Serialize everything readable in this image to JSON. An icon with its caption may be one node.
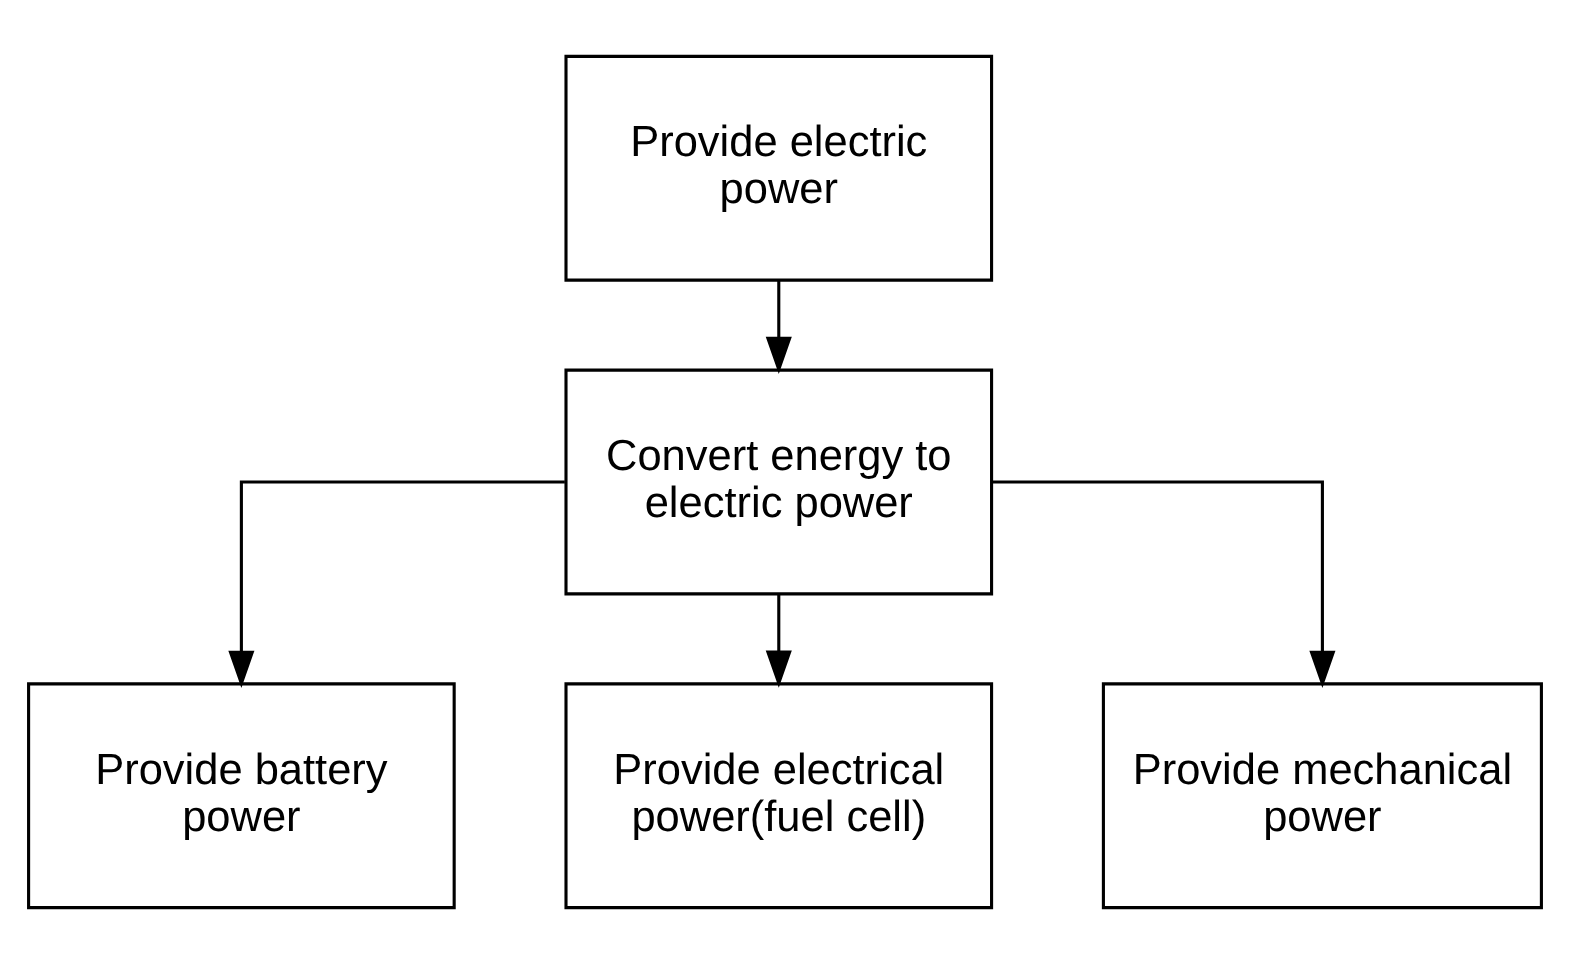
{
  "diagram": {
    "nodes": [
      {
        "text": [
          "Provide electric power"
        ]
      },
      {
        "text": [
          "Convert energy to electric power"
        ]
      },
      {
        "text": [
          "Provide battery power"
        ]
      },
      {
        "text": [
          "Provide electrical power(fuel cell)"
        ]
      },
      {
        "text": [
          "Provide mechanical power"
        ]
      }
    ],
    "edges": [
      {
        "from": 0,
        "to": 1,
        "arrow": "to"
      },
      {
        "from": 1,
        "to": 2,
        "arrow": "to"
      },
      {
        "from": 1,
        "to": 3,
        "arrow": "to"
      },
      {
        "from": 1,
        "to": 4,
        "arrow": "to"
      }
    ]
  }
}
